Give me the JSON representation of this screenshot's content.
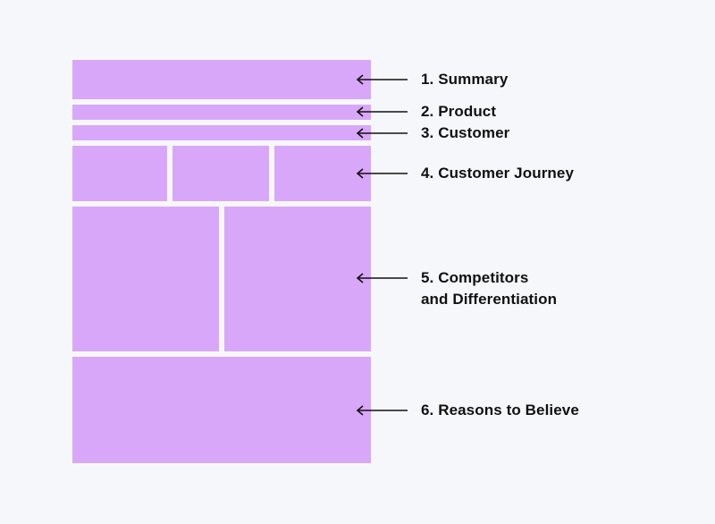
{
  "colors": {
    "background": "#f6f7fb",
    "block": "#d9a7f9",
    "text": "#111111",
    "arrow": "#111111"
  },
  "sections": [
    {
      "label": "1. Summary"
    },
    {
      "label": "2. Product"
    },
    {
      "label": "3. Customer"
    },
    {
      "label": "4. Customer Journey"
    },
    {
      "label_line1": "5. Competitors",
      "label_line2": "and Differentiation"
    },
    {
      "label": "6. Reasons to Believe"
    }
  ]
}
